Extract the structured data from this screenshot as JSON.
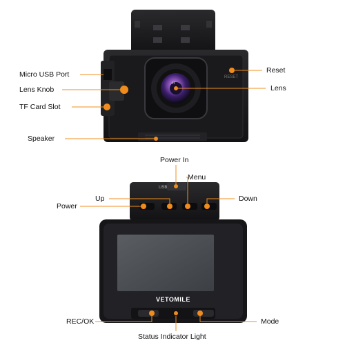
{
  "colors": {
    "accent": "#f08c1e",
    "device_body": "#1c1c1e",
    "screen": "#4a4d52"
  },
  "top_view": {
    "lens_text": "Lt",
    "reset_text": "RESET",
    "labels": {
      "micro_usb": "Micro USB Port",
      "lens_knob": "Lens Knob",
      "tf_card": "TF Card Slot",
      "speaker": "Speaker",
      "reset": "Reset",
      "lens": "Lens"
    }
  },
  "bottom_view": {
    "usb_text": "USB",
    "brand": "VETOMILE",
    "labels": {
      "power_in": "Power In",
      "menu": "Menu",
      "up": "Up",
      "down": "Down",
      "power": "Power",
      "rec_ok": "REC/OK",
      "status_light": "Status Indicator Light",
      "mode": "Mode"
    }
  }
}
